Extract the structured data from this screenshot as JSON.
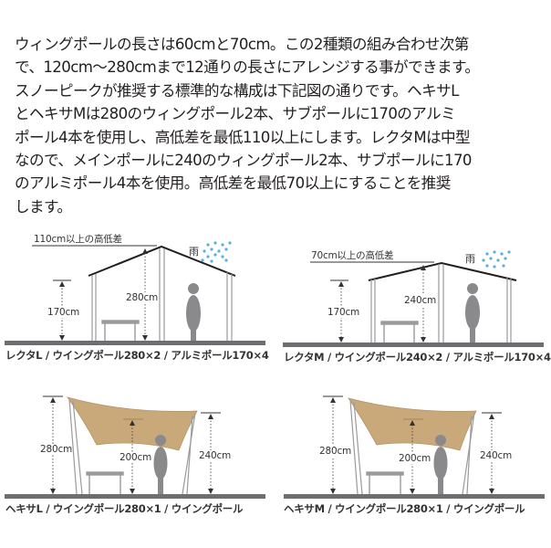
{
  "intro": {
    "lines": [
      "ウィングポールの長さは60cmと70cm。この2種類の組み合わせ次第",
      "で、120cm〜280cmまで12通りの長さにアレンジする事ができます。",
      "スノーピークが推奨する標準的な構成は下記図の通りです。ヘキサL",
      "とヘキサMは280のウィングポール2本、サブポールに170のアルミ",
      "ポール4本を使用し、高低差を最低110以上にします。レクタMは中型",
      "なので、メインポールに240のウィングポール2本、サブポールに170",
      "のアルミポール4本を使用。高低差を最低70以上にすることを推奨",
      "します。"
    ]
  },
  "diagrams": [
    {
      "id": "recta-l",
      "height_diff_label": "110cm以上の高低差",
      "rain_label": "雨",
      "main_height": "280cm",
      "sub_height": "170cm",
      "caption": "レクタL / ウイングポール280×2 / アルミポール170×4"
    },
    {
      "id": "recta-m",
      "height_diff_label": "70cm以上の高低差",
      "rain_label": "雨",
      "main_height": "240cm",
      "sub_height": "170cm",
      "caption": "レクタM / ウイングポール240×2 / アルミポール170×4"
    },
    {
      "id": "hexa-l",
      "left_height": "280cm",
      "center_height": "200cm",
      "right_height": "240cm",
      "caption": "ヘキサL / ウイングポール280×1 / ウイングポール"
    },
    {
      "id": "hexa-m",
      "left_height": "280cm",
      "center_height": "200cm",
      "right_height": "240cm",
      "caption": "ヘキサM / ウイングポール280×1 / ウイングポール"
    }
  ],
  "colors": {
    "text": "#231f20",
    "ground": "#6d6e71",
    "figure": "#8a8a8c",
    "tarp": "#c9a97a",
    "rain": "#5aaee0",
    "pole": "#9d9d9d"
  }
}
